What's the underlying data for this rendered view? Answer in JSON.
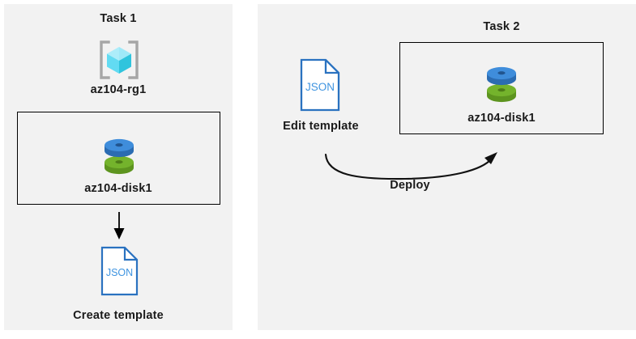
{
  "diagram": {
    "title_implicit": "Azure disk template tasks",
    "background_color": "#ffffff",
    "panel_color": "#f2f2f2",
    "line_color": "#000000"
  },
  "panels": [
    {
      "id": "task1",
      "title": "Task 1",
      "nodes": [
        {
          "icon": "resource-group-icon",
          "label": "az104-rg1",
          "icon_colors": {
            "cube_light": "#9de8f7",
            "cube_mid": "#4fd6ef",
            "cube_dark": "#2ec2dd",
            "bracket": "#a6a6a6"
          }
        },
        {
          "icon": "disk-icon",
          "label": "az104-disk1",
          "framed": true,
          "icon_colors": {
            "disk_top": "#3f8ddb",
            "disk_top_side": "#2d6fb5",
            "disk_bottom": "#72b22c",
            "disk_bottom_side": "#5a8f22"
          }
        },
        {
          "icon": "json-file-icon",
          "icon_text": "JSON",
          "label": "Create template",
          "icon_colors": {
            "outline": "#2a72c0",
            "text": "#3f94e0",
            "fill": "#ffffff"
          }
        }
      ],
      "connectors": [
        {
          "type": "straight-arrow",
          "direction": "down",
          "label": ""
        }
      ]
    },
    {
      "id": "task2",
      "title": "Task 2",
      "nodes": [
        {
          "icon": "json-file-icon",
          "icon_text": "JSON",
          "label": "Edit template",
          "icon_colors": {
            "outline": "#2a72c0",
            "text": "#3f94e0",
            "fill": "#ffffff"
          }
        },
        {
          "icon": "disk-icon",
          "label": "az104-disk1",
          "framed": true,
          "icon_colors": {
            "disk_top": "#3f8ddb",
            "disk_top_side": "#2d6fb5",
            "disk_bottom": "#72b22c",
            "disk_bottom_side": "#5a8f22"
          }
        }
      ],
      "connectors": [
        {
          "type": "curved-arrow",
          "direction": "left-to-right",
          "label": "Deploy"
        }
      ]
    }
  ]
}
